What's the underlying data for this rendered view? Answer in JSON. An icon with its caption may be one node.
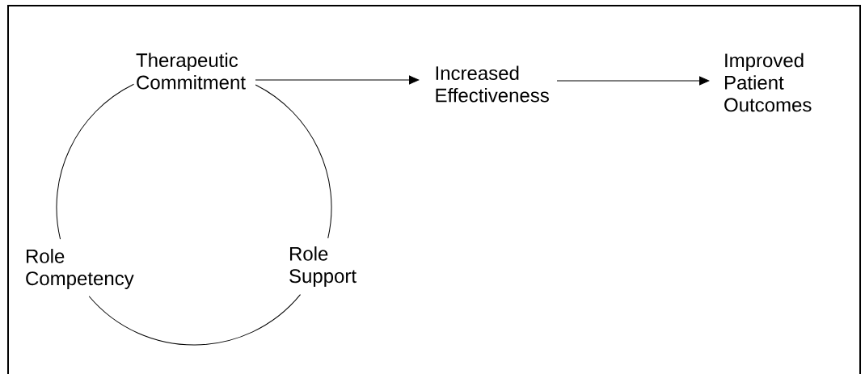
{
  "diagram": {
    "nodes": [
      {
        "text": [
          "Therapeutic Commitment"
        ]
      },
      {
        "text": [
          "Increased Effectiveness"
        ]
      },
      {
        "text": [
          "Improved Patient Outcomes"
        ]
      },
      {
        "text": [
          "Role Competency"
        ]
      },
      {
        "text": [
          "Role Support"
        ]
      }
    ],
    "edges": [
      {
        "from": 0,
        "to": 1,
        "arrow": "to"
      },
      {
        "from": 1,
        "to": 2,
        "arrow": "to"
      },
      {
        "from": 0,
        "to": 4,
        "arrow": "none"
      },
      {
        "from": 4,
        "to": 3,
        "arrow": "none"
      },
      {
        "from": 3,
        "to": 0,
        "arrow": "none"
      }
    ]
  }
}
